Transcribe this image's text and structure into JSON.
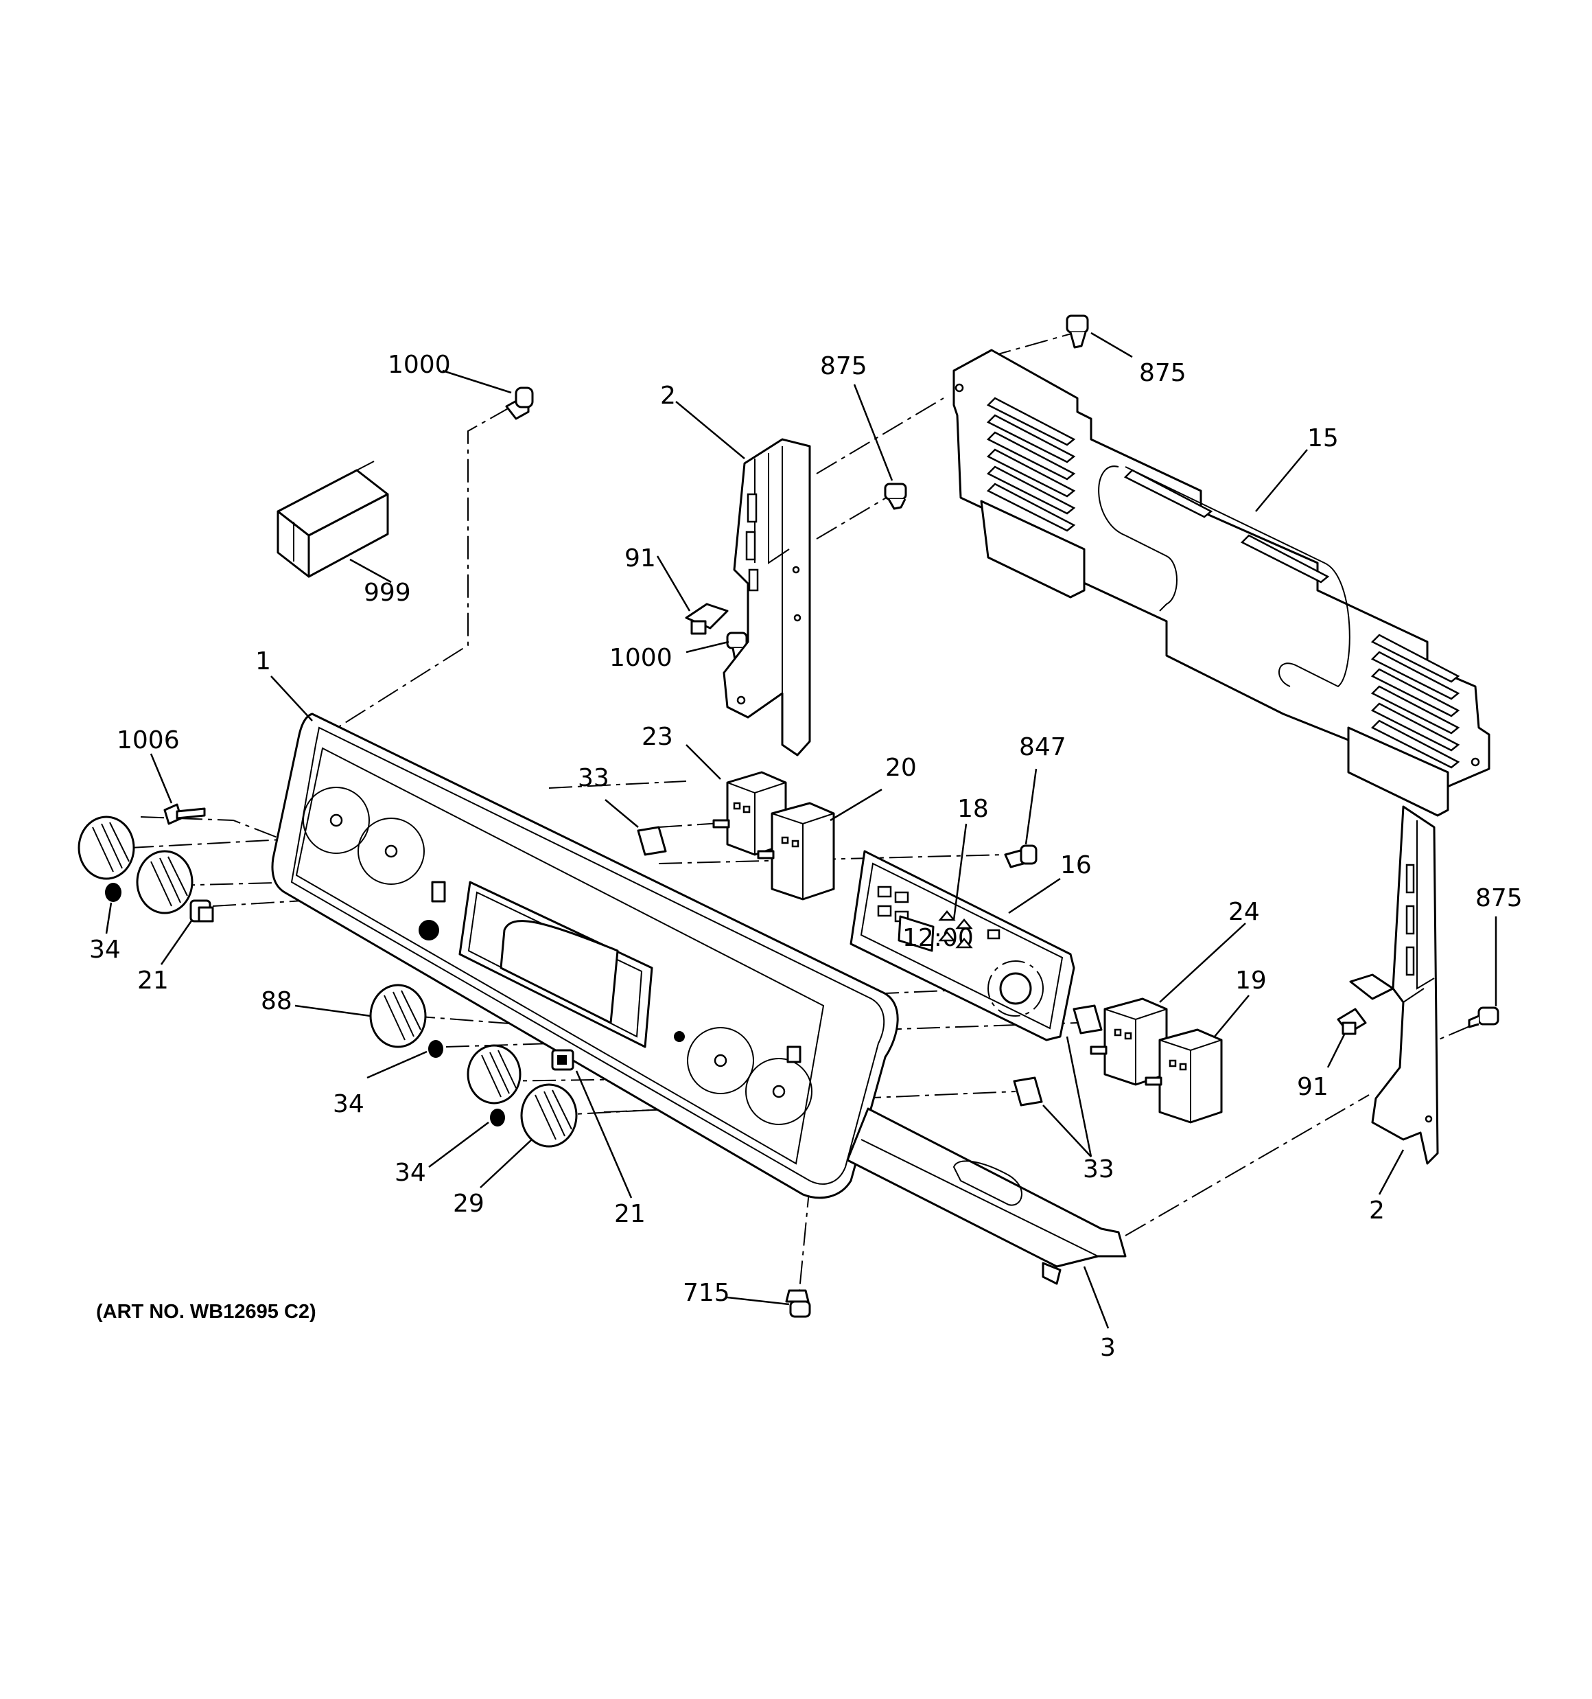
{
  "art_number": "(ART NO. WB12695 C2)",
  "callouts": {
    "c1000_top": "1000",
    "c999": "999",
    "c2_left": "2",
    "c875_mid": "875",
    "c875_top": "875",
    "c15": "15",
    "c91_left": "91",
    "c1000_mid": "1000",
    "c1": "1",
    "c1006": "1006",
    "c23": "23",
    "c20": "20",
    "c33_left": "33",
    "c847": "847",
    "c18": "18",
    "c16": "16",
    "c34_a": "34",
    "c21_left": "21",
    "c24": "24",
    "c19": "19",
    "c875_right": "875",
    "c88": "88",
    "c34_b": "34",
    "c34_c": "34",
    "c29": "29",
    "c21_mid": "21",
    "c33_right": "33",
    "c91_right": "91",
    "c2_right": "2",
    "c715": "715",
    "c3": "3"
  },
  "display_readout": "12:00"
}
